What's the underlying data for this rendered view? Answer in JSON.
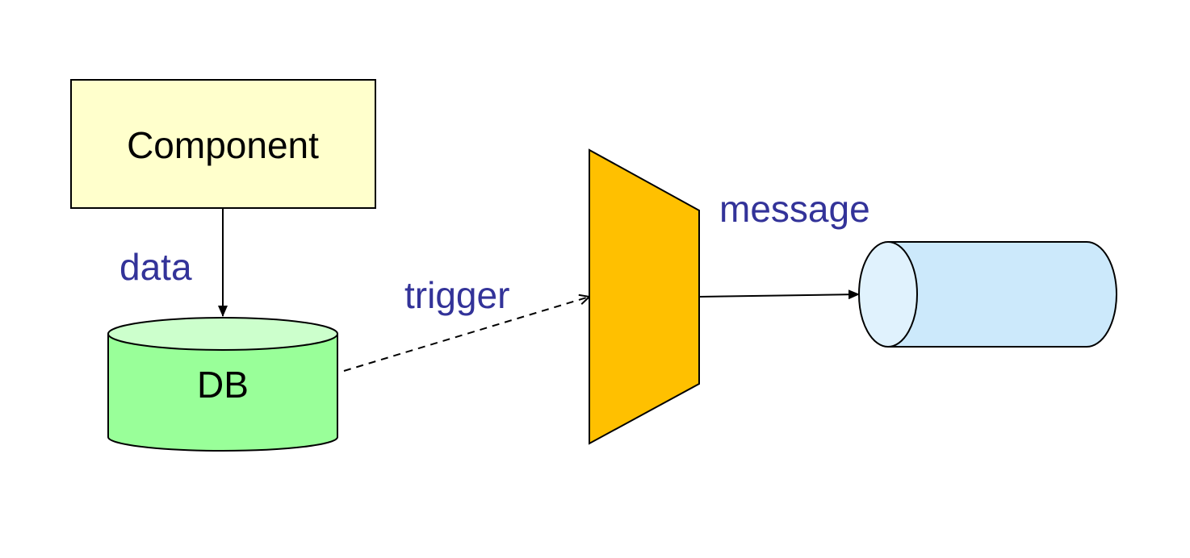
{
  "nodes": {
    "component": {
      "label": "Component",
      "fill": "#ffffcc"
    },
    "db": {
      "label": "DB",
      "fill": "#99ff99",
      "top_fill": "#ccffcc"
    },
    "translator": {
      "fill": "#ffc000"
    },
    "channel": {
      "fill": "#cce9fb",
      "end_fill": "#e0f2fd"
    }
  },
  "edges": {
    "data": {
      "label": "data",
      "style": "solid"
    },
    "trigger": {
      "label": "trigger",
      "style": "dashed"
    },
    "message": {
      "label": "message",
      "style": "solid"
    }
  },
  "colors": {
    "label_text": "#333399",
    "node_text": "#000000",
    "stroke": "#000000"
  }
}
